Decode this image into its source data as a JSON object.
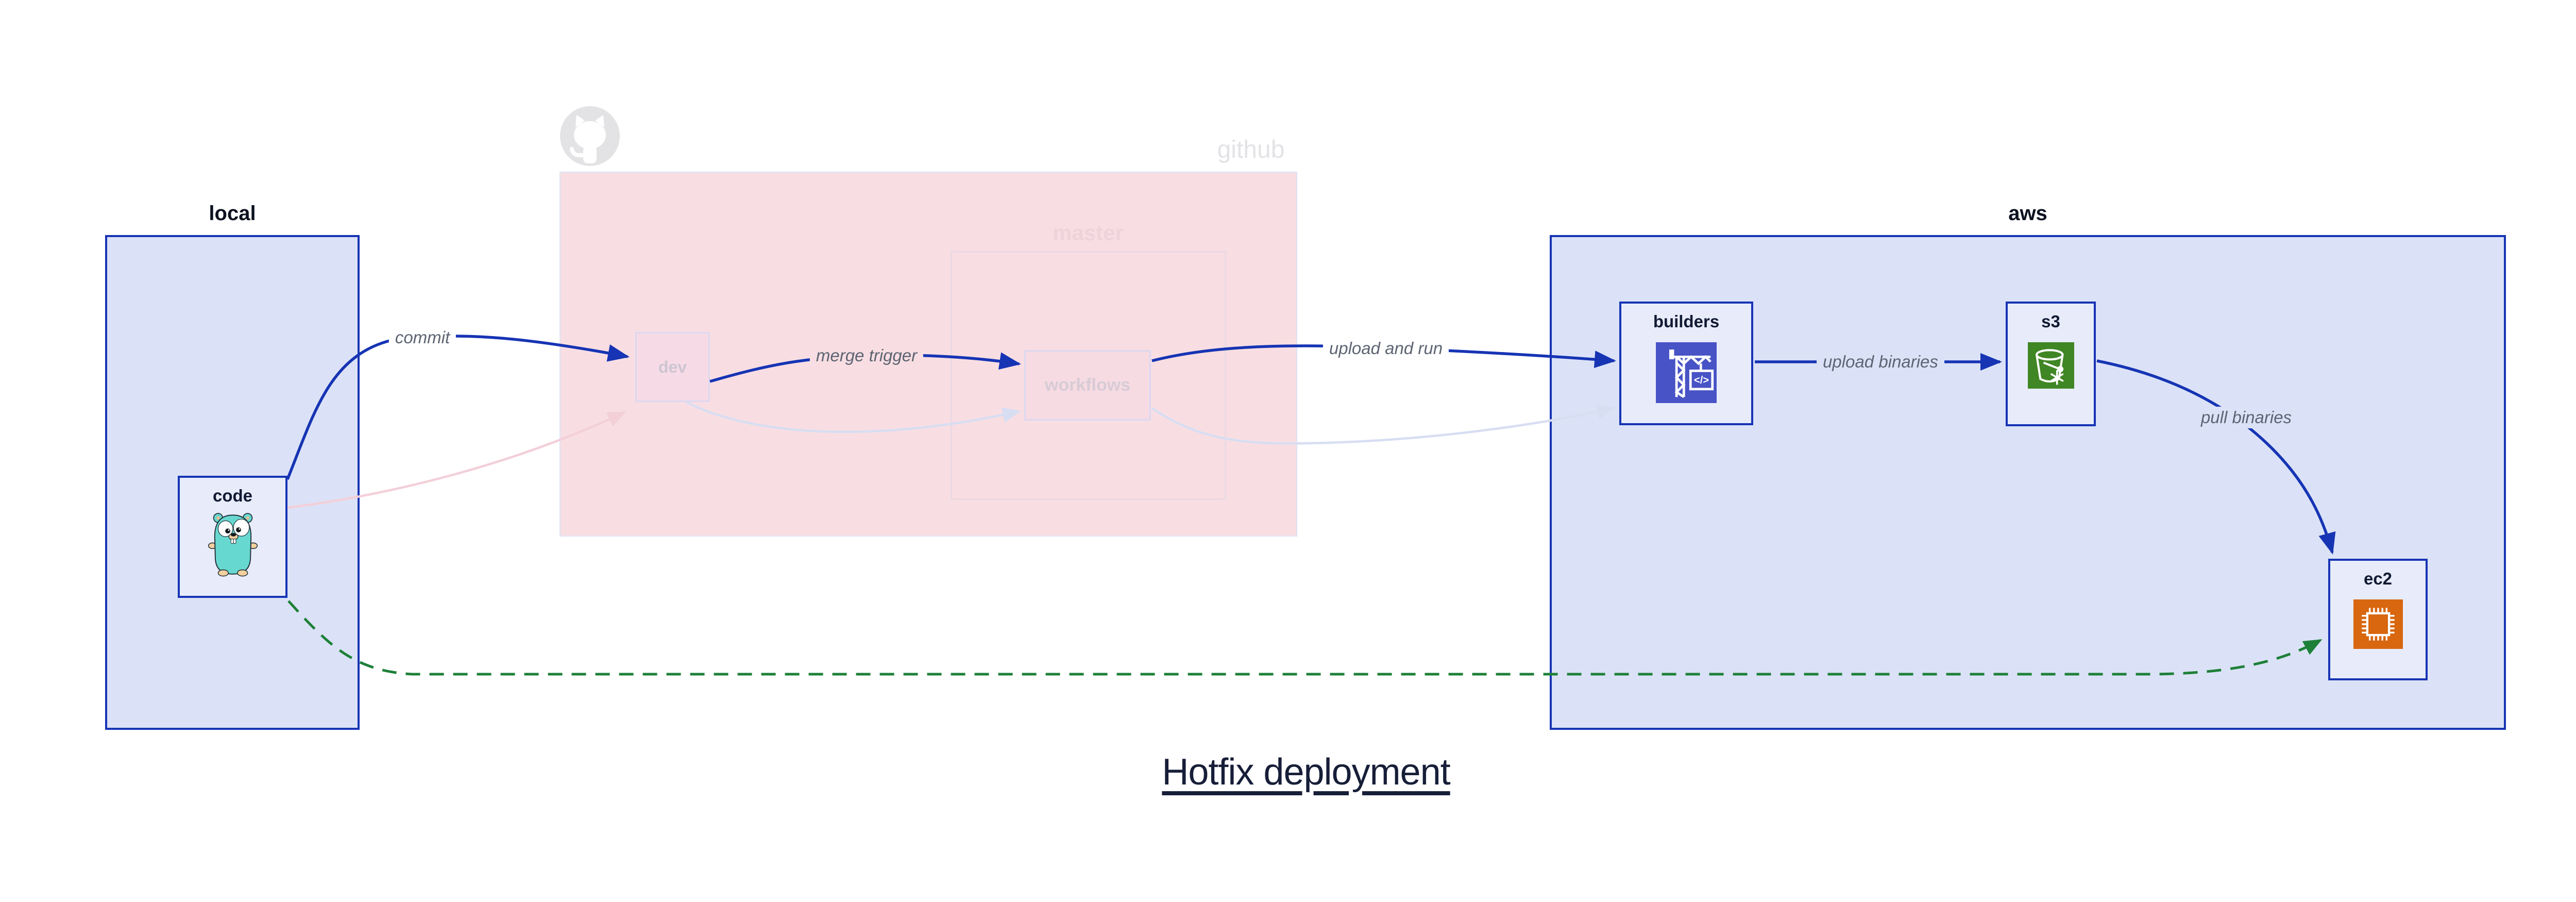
{
  "title": "Hotfix deployment",
  "groups": {
    "local": {
      "label": "local"
    },
    "github": {
      "label": "github",
      "branch_label": "master"
    },
    "aws": {
      "label": "aws"
    }
  },
  "nodes": {
    "code": {
      "label": "code"
    },
    "dev": {
      "label": "dev"
    },
    "workflows": {
      "label": "workflows"
    },
    "builders": {
      "label": "builders"
    },
    "s3": {
      "label": "s3"
    },
    "ec2": {
      "label": "ec2"
    }
  },
  "edges": {
    "commit": {
      "label": "commit"
    },
    "merge_trigger": {
      "label": "merge trigger"
    },
    "upload_and_run": {
      "label": "upload and run"
    },
    "upload_binaries": {
      "label": "upload binaries"
    },
    "pull_binaries": {
      "label": "pull binaries"
    }
  },
  "icons": {
    "github_logo": "github-octocat-icon",
    "code": "go-gopher-icon",
    "builders": "codebuild-crane-icon",
    "builders_glyph": "</>",
    "s3": "s3-glacier-bucket-icon",
    "ec2": "ec2-chip-icon"
  },
  "colors": {
    "active_edge_blue": "#1634b4",
    "hotfix_edge_green": "#1e8038",
    "faded_pink_edge": "#f3cfd8",
    "faded_lavender_edge": "#d8def2",
    "local_aws_fill": "#dbe2f7",
    "github_fill": "#f8dee3",
    "codebuild_icon_bg": "#4853c6",
    "s3_icon_bg": "#3f8624",
    "ec2_icon_bg": "#d8670f",
    "gopher_body": "#67d8d0"
  }
}
